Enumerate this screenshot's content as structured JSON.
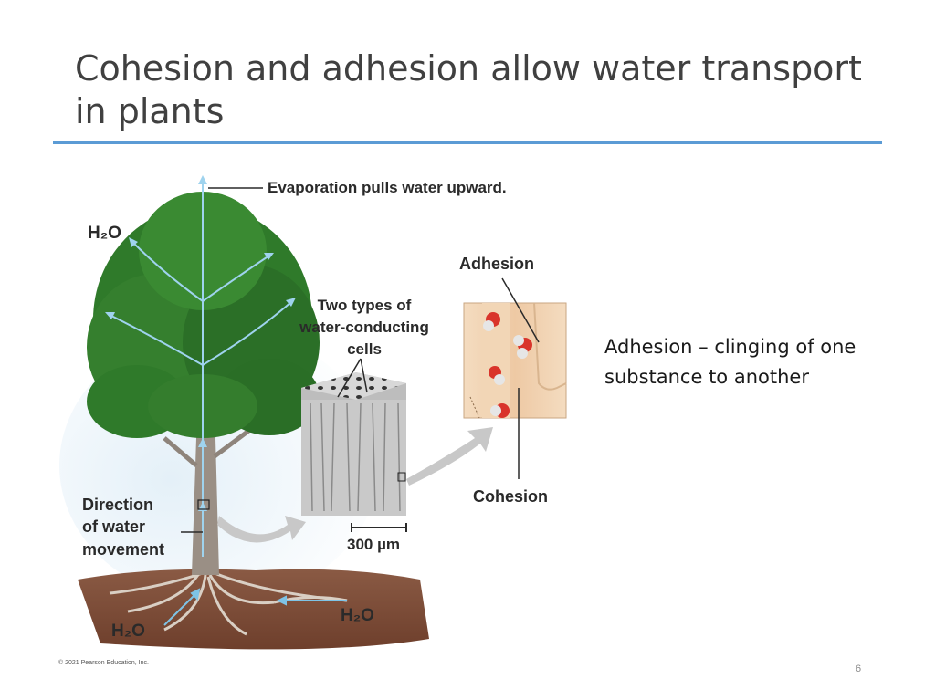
{
  "slide": {
    "title": "Cohesion and adhesion allow water transport in plants",
    "page_number": "6",
    "side_text": "Adhesion – clinging of one substance to another"
  },
  "figure": {
    "labels": {
      "evaporation": "Evaporation pulls water upward.",
      "h2o_top": "H₂O",
      "h2o_right": "H₂O",
      "h2o_bottom": "H₂O",
      "cells_line1": "Two types of",
      "cells_line2": "water-conducting",
      "cells_line3": "cells",
      "adhesion": "Adhesion",
      "cohesion": "Cohesion",
      "direction_line1": "Direction",
      "direction_line2": "of water",
      "direction_line3": "movement",
      "scale": "300 µm",
      "copyright": "© 2021 Pearson Education, Inc."
    },
    "colors": {
      "foliage": "#2f7a2a",
      "trunk": "#9a8f85",
      "soil": "#7a4a36",
      "sky": "#cfe3f1",
      "arrow": "#7ec3e6",
      "vessel": "#f0d2b0",
      "oxygen": "#d9342b",
      "hydrogen": "#dcdcdc"
    }
  }
}
